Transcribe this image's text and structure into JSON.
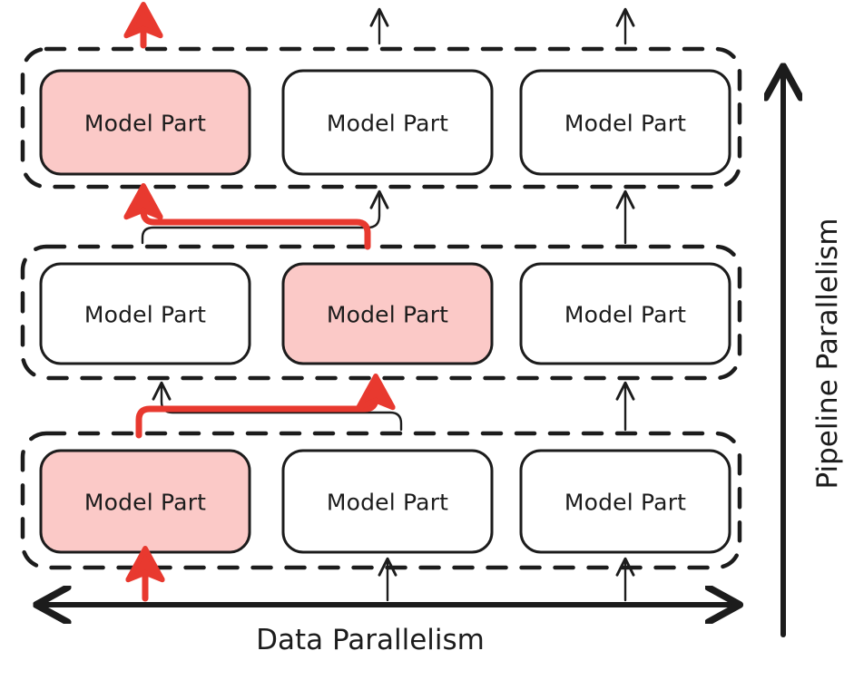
{
  "diagram": {
    "title_axis_horizontal": "Data Parallelism",
    "title_axis_vertical": "Pipeline Parallelism",
    "colors": {
      "highlight_fill": "#fbc9c7",
      "highlight_stroke": "#1c1c1c",
      "accent_red": "#e8392f",
      "stroke": "#1c1c1c",
      "plain_fill": "#ffffff",
      "background": "#ffffff"
    },
    "rows": [
      {
        "row_name": "pipeline-stage-3",
        "boxes": [
          {
            "label": "Model Part",
            "highlighted": true
          },
          {
            "label": "Model Part",
            "highlighted": false
          },
          {
            "label": "Model Part",
            "highlighted": false
          }
        ]
      },
      {
        "row_name": "pipeline-stage-2",
        "boxes": [
          {
            "label": "Model Part",
            "highlighted": false
          },
          {
            "label": "Model Part",
            "highlighted": true
          },
          {
            "label": "Model Part",
            "highlighted": false
          }
        ]
      },
      {
        "row_name": "pipeline-stage-1",
        "boxes": [
          {
            "label": "Model Part",
            "highlighted": true
          },
          {
            "label": "Model Part",
            "highlighted": false
          },
          {
            "label": "Model Part",
            "highlighted": false
          }
        ]
      }
    ]
  }
}
